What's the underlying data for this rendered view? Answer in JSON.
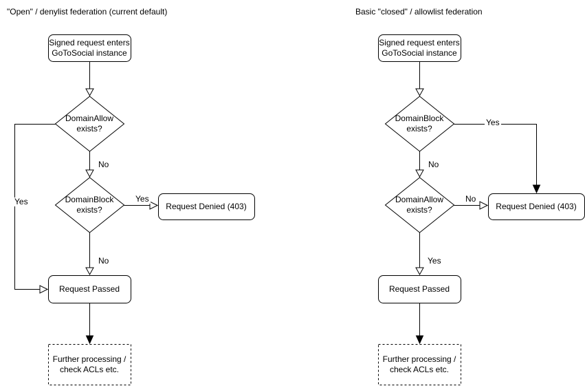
{
  "diagram": {
    "colors": {
      "stroke": "#000000",
      "node_fill": "#ffffff",
      "text": "#000000",
      "background": "#ffffff"
    },
    "left": {
      "title": "\"Open\" / denylist federation (current default)",
      "start": "Signed request enters\nGoToSocial instance",
      "decision1": "DomainAllow\nexists?",
      "decision1_yes": "Yes",
      "decision1_no": "No",
      "decision2": "DomainBlock\nexists?",
      "decision2_yes": "Yes",
      "decision2_no": "No",
      "denied": "Request Denied (403)",
      "passed": "Request Passed",
      "further": "Further processing /\ncheck ACLs etc."
    },
    "right": {
      "title": "Basic \"closed\" / allowlist federation",
      "start": "Signed request enters\nGoToSocial instance",
      "decision1": "DomainBlock\nexists?",
      "decision1_yes": "Yes",
      "decision1_no": "No",
      "decision2": "DomainAllow\nexists?",
      "decision2_yes": "Yes",
      "decision2_no": "No",
      "denied": "Request Denied (403)",
      "passed": "Request Passed",
      "further": "Further processing /\ncheck ACLs etc."
    }
  }
}
